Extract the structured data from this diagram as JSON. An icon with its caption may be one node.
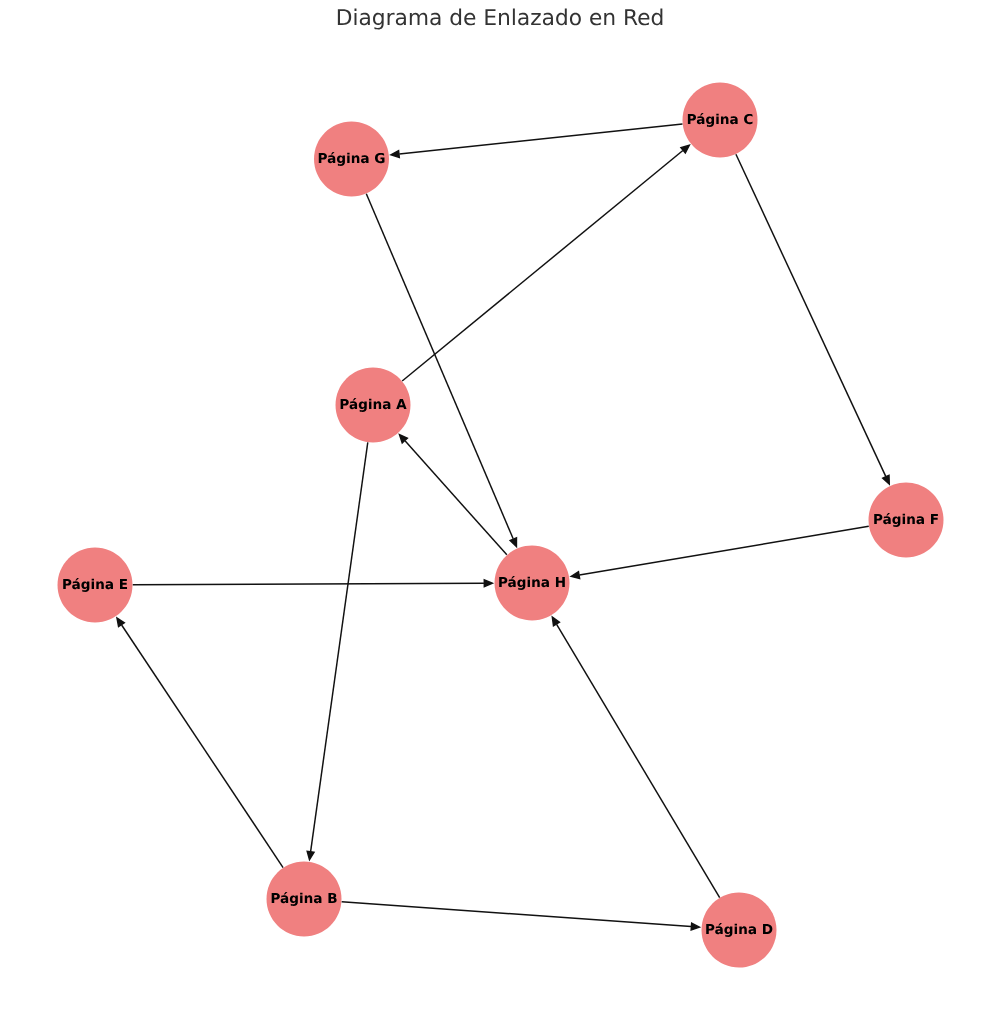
{
  "diagram": {
    "title": "Diagrama de Enlazado en Red",
    "nodes": [
      {
        "text": [
          "Página A"
        ]
      },
      {
        "text": [
          "Página B"
        ]
      },
      {
        "text": [
          "Página C"
        ]
      },
      {
        "text": [
          "Página D"
        ]
      },
      {
        "text": [
          "Página E"
        ]
      },
      {
        "text": [
          "Página F"
        ]
      },
      {
        "text": [
          "Página G"
        ]
      },
      {
        "text": [
          "Página H"
        ]
      }
    ],
    "edges": [
      {
        "from": 0,
        "to": 1,
        "arrow": "to"
      },
      {
        "from": 0,
        "to": 2,
        "arrow": "to"
      },
      {
        "from": 1,
        "to": 3,
        "arrow": "to"
      },
      {
        "from": 1,
        "to": 4,
        "arrow": "to"
      },
      {
        "from": 2,
        "to": 5,
        "arrow": "to"
      },
      {
        "from": 2,
        "to": 6,
        "arrow": "to"
      },
      {
        "from": 3,
        "to": 7,
        "arrow": "to"
      },
      {
        "from": 4,
        "to": 7,
        "arrow": "to"
      },
      {
        "from": 5,
        "to": 7,
        "arrow": "to"
      },
      {
        "from": 6,
        "to": 7,
        "arrow": "to"
      },
      {
        "from": 7,
        "to": 0,
        "arrow": "to"
      }
    ]
  }
}
